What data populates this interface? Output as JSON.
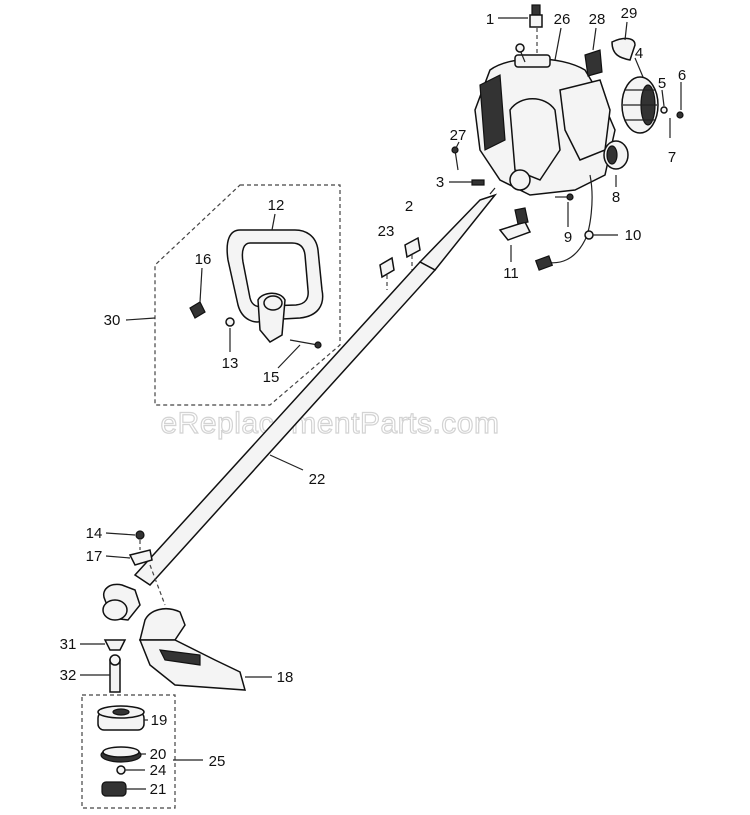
{
  "watermark": "eReplacementParts.com",
  "callouts": [
    {
      "id": "c1",
      "text": "1"
    },
    {
      "id": "c26",
      "text": "26"
    },
    {
      "id": "c28",
      "text": "28"
    },
    {
      "id": "c29",
      "text": "29"
    },
    {
      "id": "c4",
      "text": "4"
    },
    {
      "id": "c5",
      "text": "5"
    },
    {
      "id": "c6",
      "text": "6"
    },
    {
      "id": "c7",
      "text": "7"
    },
    {
      "id": "c27",
      "text": "27"
    },
    {
      "id": "c3",
      "text": "3"
    },
    {
      "id": "c8",
      "text": "8"
    },
    {
      "id": "c9",
      "text": "9"
    },
    {
      "id": "c10",
      "text": "10"
    },
    {
      "id": "c2",
      "text": "2"
    },
    {
      "id": "c23",
      "text": "23"
    },
    {
      "id": "c11",
      "text": "11"
    },
    {
      "id": "c12",
      "text": "12"
    },
    {
      "id": "c16",
      "text": "16"
    },
    {
      "id": "c30",
      "text": "30"
    },
    {
      "id": "c13",
      "text": "13"
    },
    {
      "id": "c15",
      "text": "15"
    },
    {
      "id": "c22",
      "text": "22"
    },
    {
      "id": "c14",
      "text": "14"
    },
    {
      "id": "c17",
      "text": "17"
    },
    {
      "id": "c31",
      "text": "31"
    },
    {
      "id": "c32",
      "text": "32"
    },
    {
      "id": "c18",
      "text": "18"
    },
    {
      "id": "c19",
      "text": "19"
    },
    {
      "id": "c20",
      "text": "20"
    },
    {
      "id": "c25",
      "text": "25"
    },
    {
      "id": "c24",
      "text": "24"
    },
    {
      "id": "c21",
      "text": "21"
    }
  ]
}
